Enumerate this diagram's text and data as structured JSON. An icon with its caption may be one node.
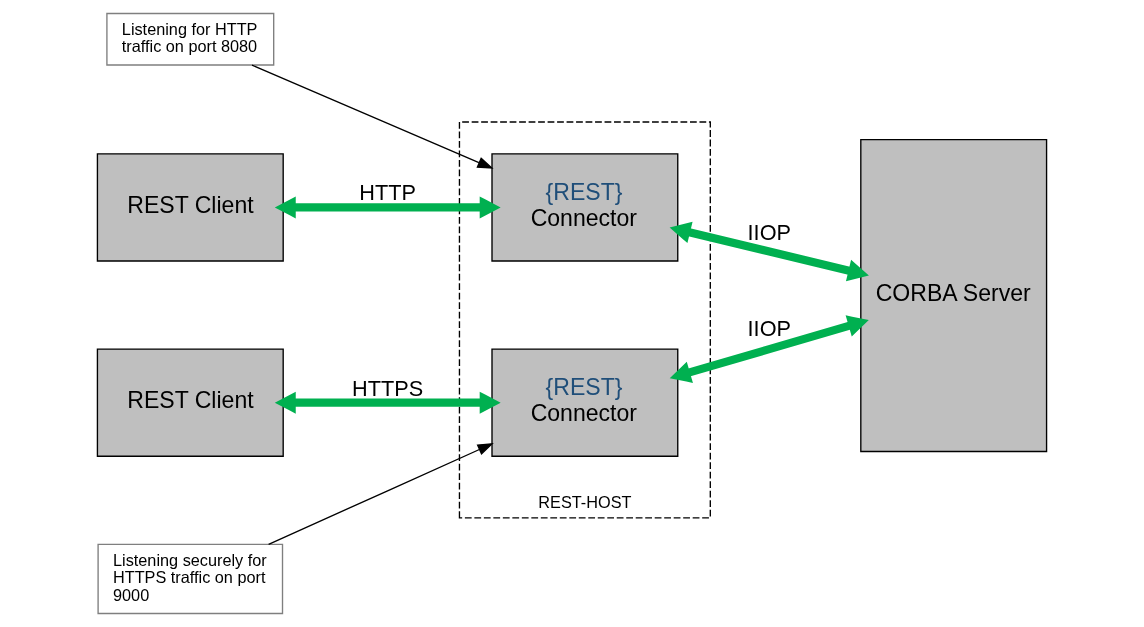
{
  "diagram": {
    "nodes": [
      {
        "text": [
          "Listening for HTTP traffic on port 8080"
        ]
      },
      {
        "text": [
          "REST-HOST"
        ]
      },
      {
        "text": [
          "REST Client"
        ]
      },
      {
        "text": [
          "{REST}",
          "Connector"
        ],
        "in": 1
      },
      {
        "text": [
          "CORBA Server"
        ]
      },
      {
        "text": [
          "REST Client"
        ]
      },
      {
        "text": [
          "{REST}",
          "Connector"
        ],
        "in": 1
      },
      {
        "text": [
          "Listening securely for HTTPS traffic on port 9000"
        ]
      }
    ],
    "edges": [
      {
        "from": 2,
        "to": 3,
        "arrow": "both",
        "label": "HTTP"
      },
      {
        "from": 3,
        "to": 4,
        "arrow": "both",
        "label": "IIOP"
      },
      {
        "from": 5,
        "to": 6,
        "arrow": "both",
        "label": "HTTPS"
      },
      {
        "from": 6,
        "to": 4,
        "arrow": "both",
        "label": "IIOP"
      },
      {
        "from": 0,
        "to": 3,
        "arrow": "to",
        "color": "#000000"
      },
      {
        "from": 7,
        "to": 6,
        "arrow": "to",
        "color": "#000000"
      }
    ]
  }
}
